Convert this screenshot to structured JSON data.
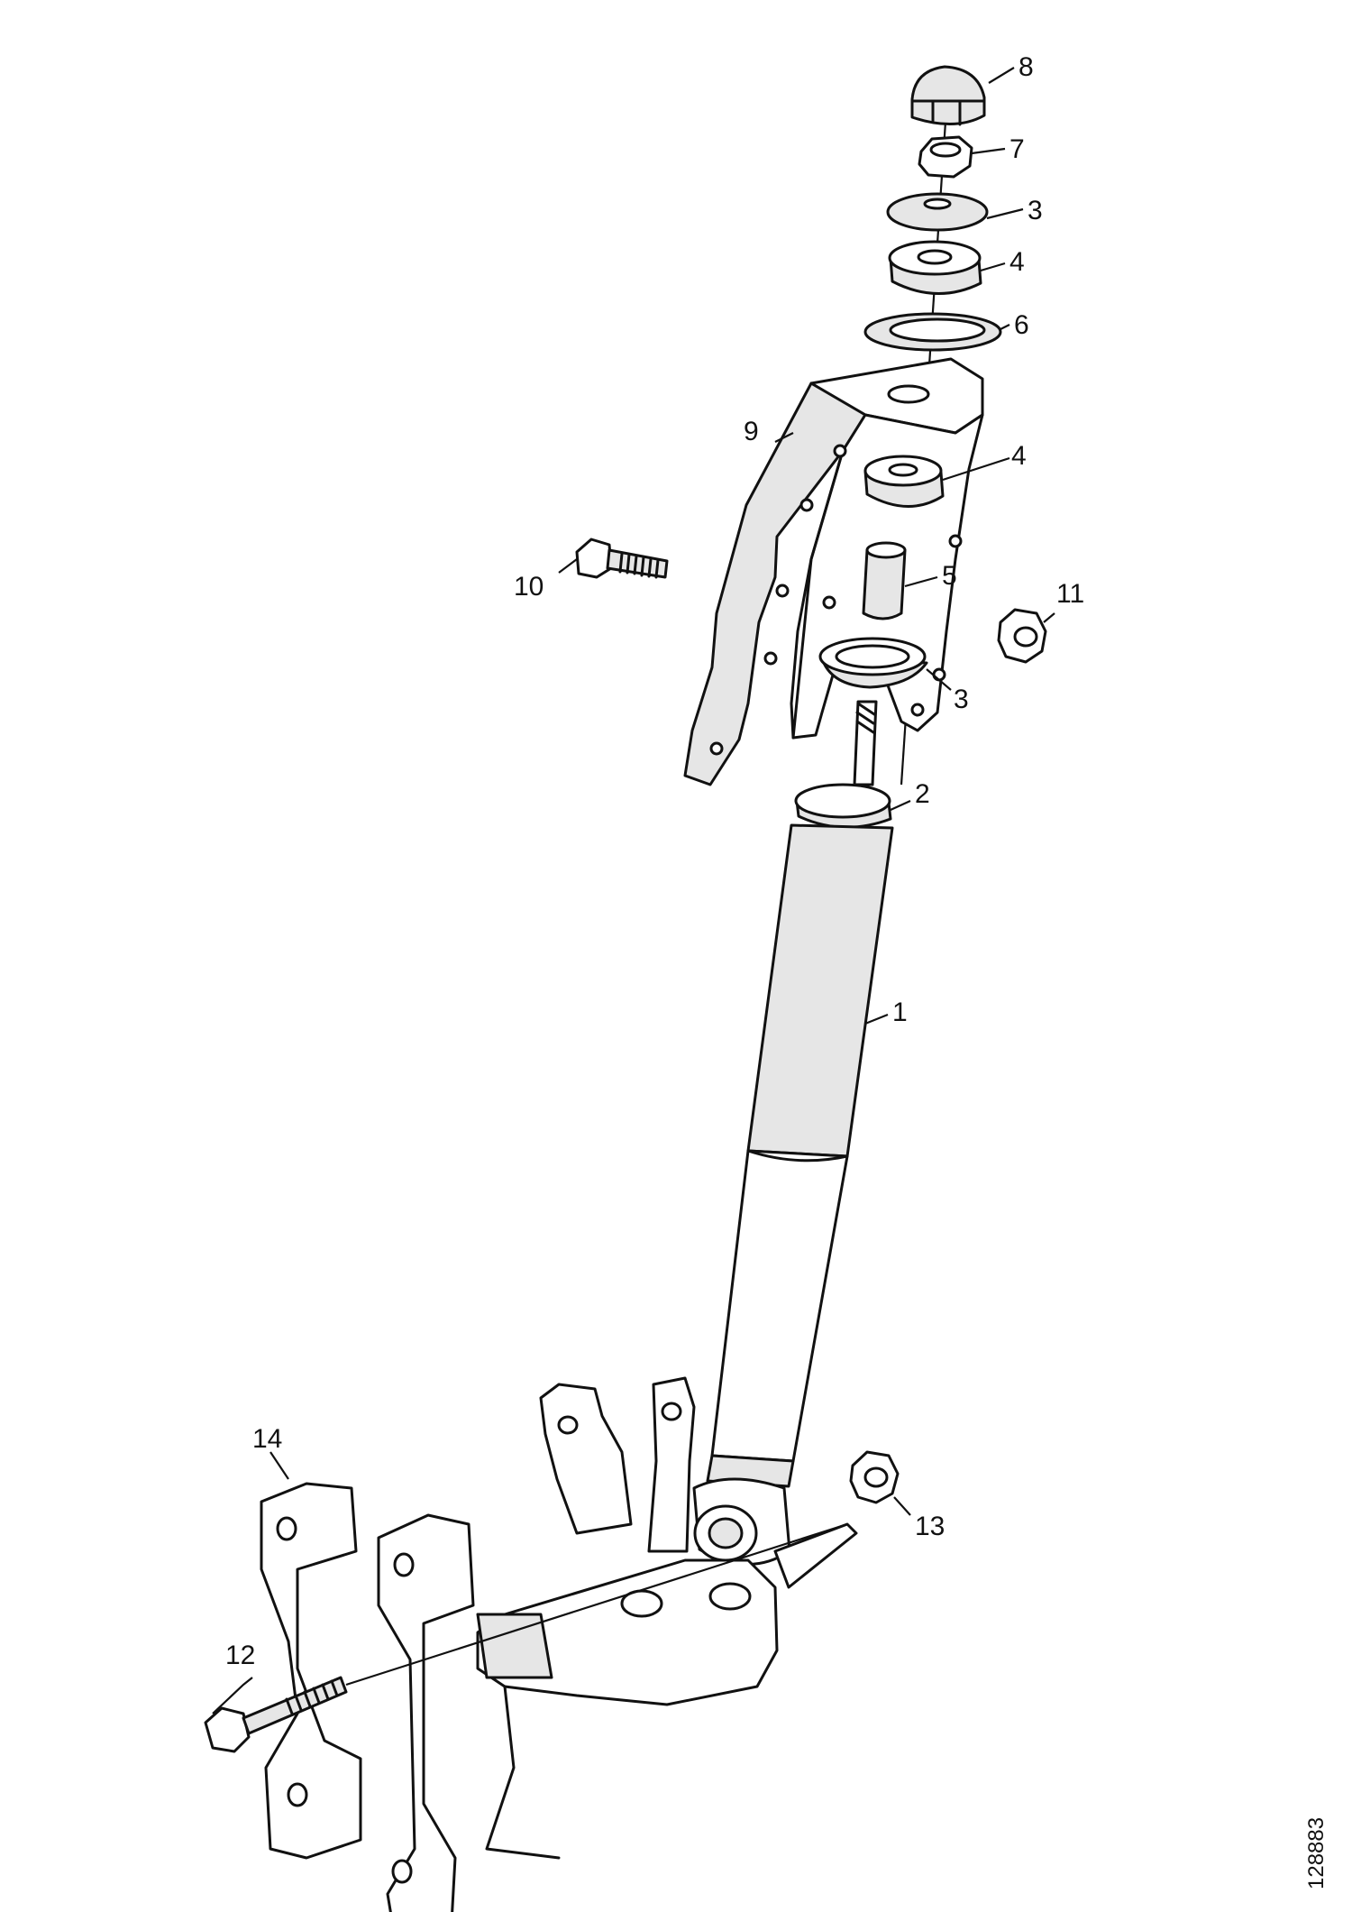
{
  "figure_number": "128883",
  "labels": {
    "l1": "1",
    "l2": "2",
    "l3a": "3",
    "l3b": "3",
    "l4a": "4",
    "l4b": "4",
    "l5": "5",
    "l6": "6",
    "l7": "7",
    "l8": "8",
    "l9": "9",
    "l10": "10",
    "l11": "11",
    "l12": "12",
    "l13": "13",
    "l14": "14"
  }
}
